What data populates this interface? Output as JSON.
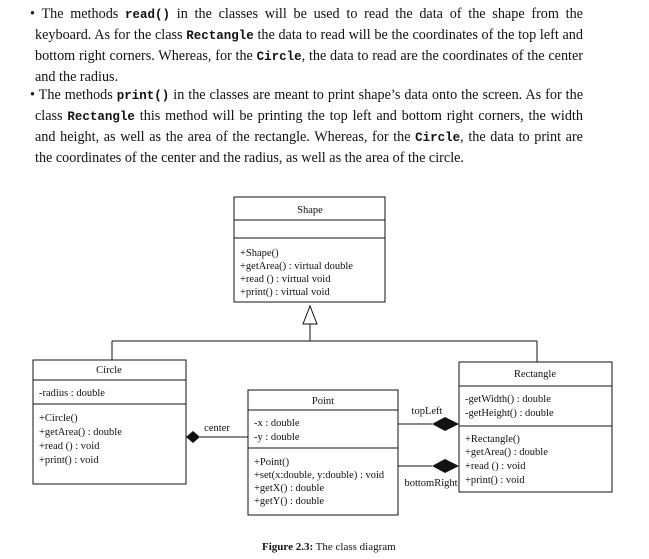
{
  "paragraph1": {
    "bullet": "•",
    "t1": " The methods ",
    "code1": "read()",
    "t2": " in the classes will be used to read the data of the shape from the keyboard. As for the class ",
    "code2": "Rectangle",
    "t3": " the data to read will be the coordinates of the top left and bottom right corners. Whereas, for the ",
    "code3": "Circle",
    "t4": ", the data to read are the coordinates of the center and the radius."
  },
  "paragraph2": {
    "bullet": "•",
    "t1": " The methods ",
    "code1": "print()",
    "t2": " in the classes are meant to print shape’s data onto the screen. As for the class ",
    "code2": "Rectangle",
    "t3": " this method will be printing the top left and bottom right corners, the width and height, as well as the area of the rectangle. Whereas, for the ",
    "code3": "Circle",
    "t4": ", the data to print are the coordinates of the center and the radius, as well as the area of the circle."
  },
  "diagram": {
    "shape": {
      "name": "Shape",
      "methods": [
        "+Shape()",
        "+getArea() : virtual double",
        "+read () : virtual void",
        "+print() : virtual void"
      ]
    },
    "circle": {
      "name": "Circle",
      "attributes": [
        "-radius : double"
      ],
      "methods": [
        "+Circle()",
        "+getArea() : double",
        "+read () : void",
        "+print() : void"
      ]
    },
    "point": {
      "name": "Point",
      "attributes": [
        "-x : double",
        "-y : double"
      ],
      "methods": [
        "+Point()",
        "+set(x:double, y:double) : void",
        "+getX() : double",
        "+getY() : double"
      ]
    },
    "rectangle": {
      "name": "Rectangle",
      "attributes": [
        "-getWidth() : double",
        "-getHeight() : double"
      ],
      "methods": [
        "+Rectangle()",
        "+getArea() : double",
        "+read () : void",
        "+print() : void"
      ]
    },
    "assoc_labels": {
      "center": "center",
      "top_left": "topLeft",
      "bottom_right": "bottomRight"
    }
  },
  "caption": {
    "label": "Figure 2.3:",
    "text": " The class diagram"
  }
}
